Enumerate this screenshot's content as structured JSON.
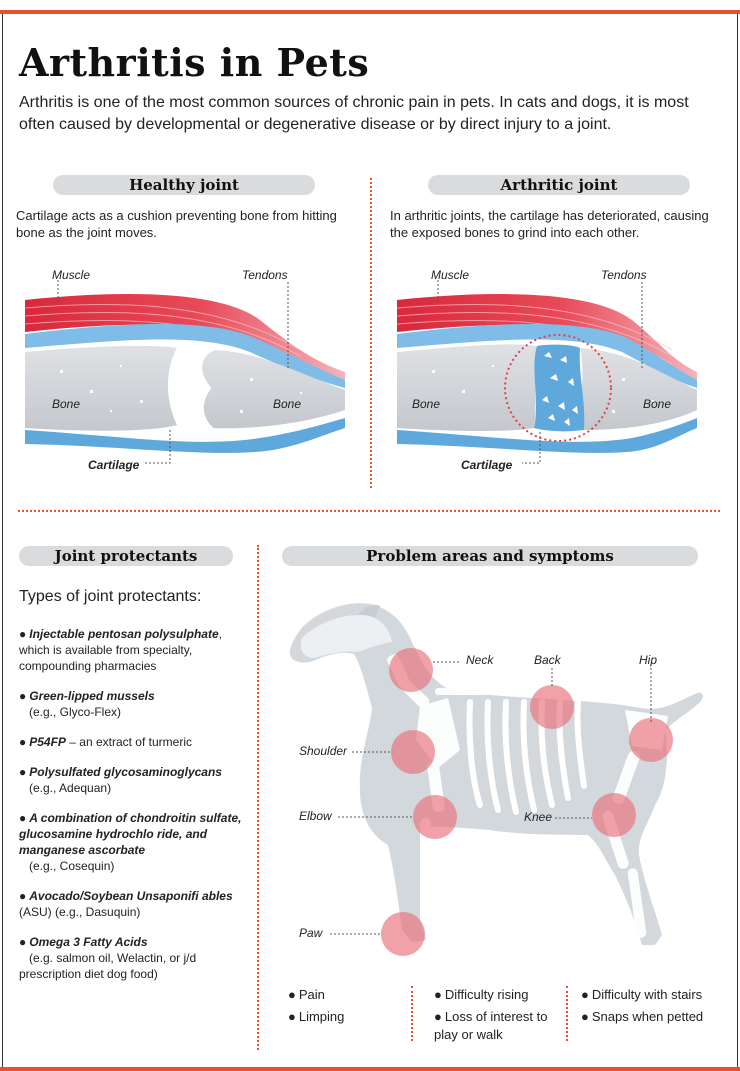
{
  "title": "Arthritis in Pets",
  "intro": "Arthritis is one of the most common sources of chronic pain in pets. In cats and dogs, it is most often caused by developmental or degenerative disease or by direct injury to a joint.",
  "healthy": {
    "heading": "Healthy joint",
    "description": "Cartilage acts as a cushion preventing bone from hitting bone as the joint moves.",
    "labels": {
      "muscle": "Muscle",
      "tendons": "Tendons",
      "bone_left": "Bone",
      "bone_right": "Bone",
      "cartilage": "Cartilage"
    }
  },
  "arthritic": {
    "heading": "Arthritic joint",
    "description": "In arthritic joints, the cartilage has deteriorated, causing the exposed bones to grind into each other.",
    "labels": {
      "muscle": "Muscle",
      "tendons": "Tendons",
      "bone_left": "Bone",
      "bone_right": "Bone",
      "cartilage": "Cartilage"
    }
  },
  "protectants": {
    "heading": "Joint protectants",
    "subheading": "Types of joint protectants:",
    "items": [
      {
        "name": "Injectable pentosan polysulphate",
        "detail": ", which is available from specialty, compounding pharmacies"
      },
      {
        "name": "Green-lipped mussels",
        "detail": "(e.g., Glyco-Flex)"
      },
      {
        "name": "P54FP",
        "detail": " – an extract of turmeric"
      },
      {
        "name": "Polysulfated glycosaminoglycans",
        "detail": "(e.g., Adequan)"
      },
      {
        "name": "A combination of chondroitin sulfate, glucosamine hydrochlo ride, and manganese ascorbate",
        "detail": "(e.g., Cosequin)"
      },
      {
        "name": "Avocado/Soybean Unsaponifi ables",
        "detail": " (ASU) (e.g., Dasuquin)"
      },
      {
        "name": "Omega 3 Fatty Acids",
        "detail": "(e.g. salmon oil, Welactin, or j/d prescription diet dog food)"
      }
    ]
  },
  "problems": {
    "heading": "Problem areas and symptoms",
    "areas": {
      "neck": "Neck",
      "back": "Back",
      "hip": "Hip",
      "shoulder": "Shoulder",
      "elbow": "Elbow",
      "knee": "Knee",
      "paw": "Paw"
    },
    "symptoms_col1": [
      "Pain",
      "Limping"
    ],
    "symptoms_col2": [
      "Difficulty rising",
      "Loss of interest to play or walk"
    ],
    "symptoms_col3": [
      "Difficulty with stairs",
      "Snaps when petted"
    ]
  },
  "colors": {
    "accent": "#e8502a",
    "muscle": "#e03a4a",
    "cartilage": "#5ea8dc",
    "bone": "#d4d7db",
    "hotspot": "#e8707a"
  }
}
